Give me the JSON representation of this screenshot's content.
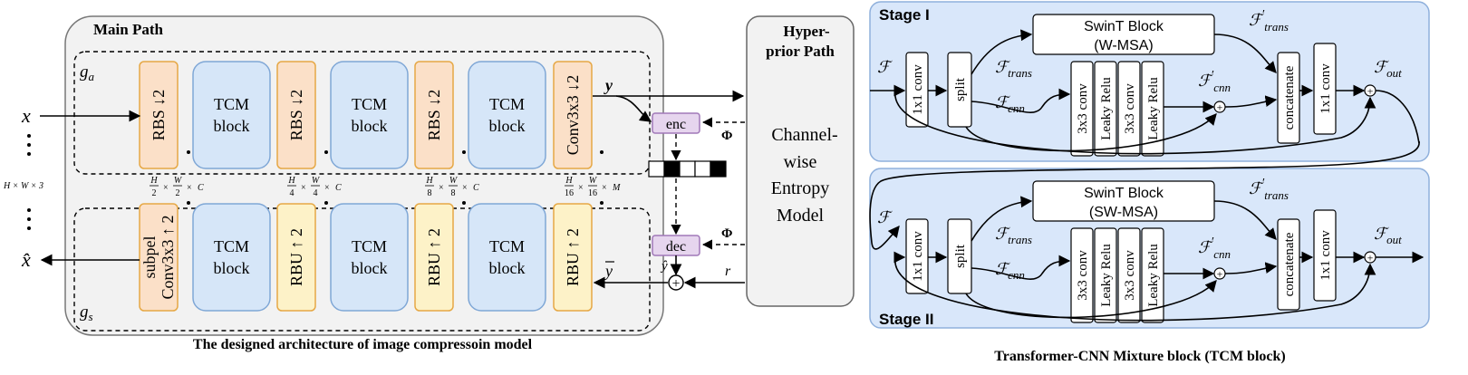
{
  "main_path": {
    "title": "Main Path",
    "ga": "g",
    "ga_sub": "a",
    "gs": "g",
    "gs_sub": "s",
    "encoder_blocks": [
      "RBS ↓2",
      "TCM block",
      "RBS ↓2",
      "TCM block",
      "RBS ↓2",
      "TCM block",
      "Conv3x3 ↓2"
    ],
    "decoder_blocks": [
      "subpel Conv3x3 ↑ 2",
      "TCM block",
      "RBU ↑ 2",
      "TCM block",
      "RBU ↑ 2",
      "TCM block",
      "RBU ↑ 2"
    ],
    "input": "x",
    "output": "x̂",
    "input_dims": "H × W × 3",
    "latent": "y",
    "latent_bar": "y",
    "residual": "r",
    "dims": [
      {
        "n1": "H",
        "d1": "2",
        "n2": "W",
        "d2": "2",
        "c": "C"
      },
      {
        "n1": "H",
        "d1": "4",
        "n2": "W",
        "d2": "4",
        "c": "C"
      },
      {
        "n1": "H",
        "d1": "8",
        "n2": "W",
        "d2": "8",
        "c": "C"
      },
      {
        "n1": "H",
        "d1": "16",
        "n2": "W",
        "d2": "16",
        "c": "M"
      }
    ],
    "enc": "enc",
    "dec": "dec",
    "phi": "Φ",
    "y_hat": "ŷ",
    "plus": "+",
    "caption": "The designed architecture of  image compressoin model"
  },
  "hyperprior": {
    "title_line1": "Hyper-",
    "title_line2": "prior Path",
    "body_lines": [
      "Channel-",
      "wise",
      "Entropy",
      "Model"
    ]
  },
  "tcm": {
    "stage1": "Stage I",
    "stage2": "Stage II",
    "swin1_l1": "SwinT Block",
    "swin1_l2": "(W-MSA)",
    "swin2_l1": "SwinT Block",
    "swin2_l2": "(SW-MSA)",
    "conv1x1": "1x1 conv",
    "split": "split",
    "conv3x3": "3x3 conv",
    "leaky": "Leaky Relu",
    "concat": "concatenate",
    "F": "ℱ",
    "F_trans": "trans",
    "F_cnn": "cnn",
    "F_out": "out",
    "prime": "′",
    "caption": "Transformer-CNN Mixture block (TCM block)"
  },
  "colors": {
    "rbs_fill": "#fbe0c8",
    "rbs_stroke": "#e6a845",
    "rbu_fill": "#fdf2c8",
    "tcm_fill": "#d6e6f8",
    "tcm_stroke": "#7fa7d6",
    "panel_fill": "#f2f2f2",
    "stage_fill": "#d9e7fa",
    "stage_stroke": "#8fb0dc",
    "encdec_fill": "#e6d5ee",
    "encdec_stroke": "#a078b8"
  }
}
